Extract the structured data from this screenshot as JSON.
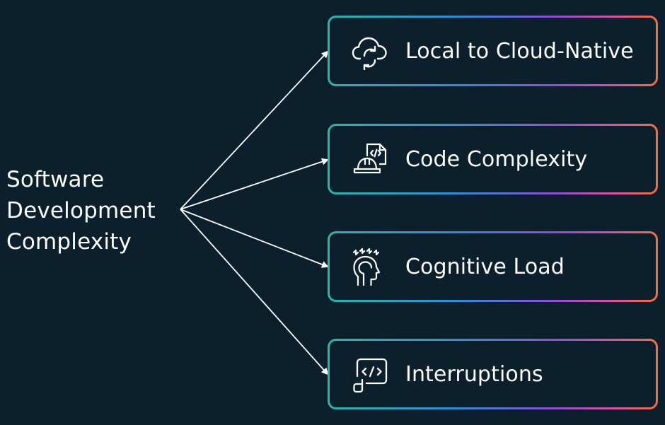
{
  "root": {
    "lines": [
      "Software",
      "Development",
      "Complexity"
    ]
  },
  "branches": [
    {
      "label": "Local to Cloud-Native",
      "icon": "cloud-sync-icon"
    },
    {
      "label": "Code Complexity",
      "icon": "code-construction-icon"
    },
    {
      "label": "Cognitive Load",
      "icon": "stressed-head-icon"
    },
    {
      "label": "Interruptions",
      "icon": "code-window-icon"
    }
  ],
  "colors": {
    "background": "#0c1f2c",
    "text": "#ffffff",
    "gradient": [
      "#2bb6a6",
      "#2d8fd6",
      "#8d4fd8",
      "#e0519a",
      "#f2713a"
    ]
  }
}
